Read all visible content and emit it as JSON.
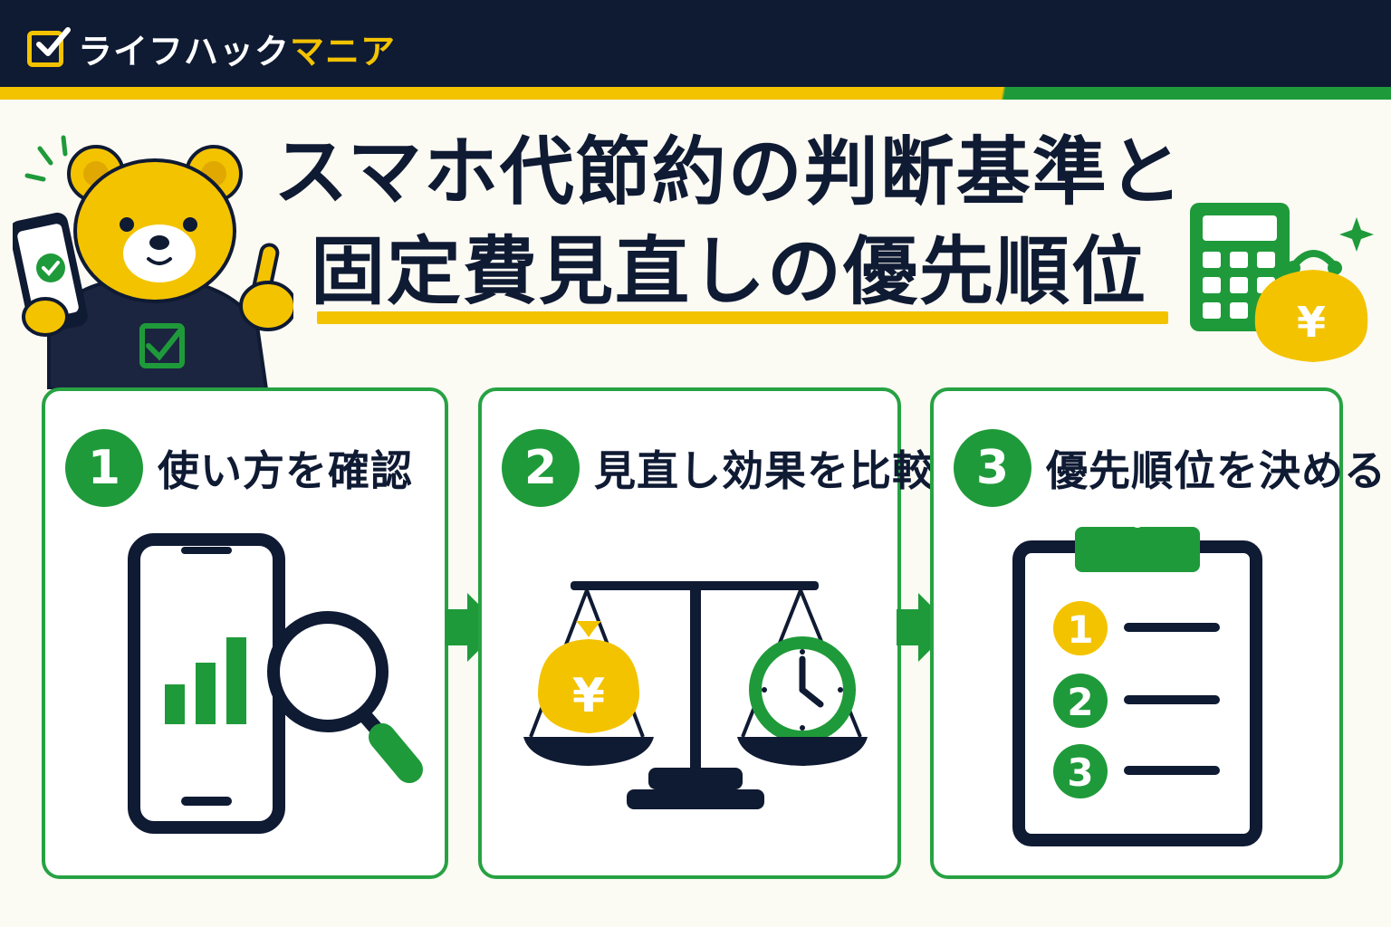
{
  "header": {
    "logo_main": "ライフハック",
    "logo_accent": "マニア"
  },
  "title": {
    "line1": "スマホ代節約の判断基準と",
    "line2": "固定費見直しの優先順位"
  },
  "steps": [
    {
      "number": "1",
      "label": "使い方を確認",
      "icon": "phone-chart-magnifier-icon"
    },
    {
      "number": "2",
      "label": "見直し効果を比較",
      "icon": "balance-scale-icon"
    },
    {
      "number": "3",
      "label": "優先順位を決める",
      "icon": "clipboard-list-icon"
    }
  ],
  "scale": {
    "money_symbol": "¥"
  },
  "wallet": {
    "money_symbol": "¥"
  },
  "clipboard": {
    "items": [
      "1",
      "2",
      "3"
    ]
  },
  "colors": {
    "navy": "#0f1a33",
    "yellow": "#f3c300",
    "green": "#1f9a3a",
    "background": "#fbfaf3"
  }
}
